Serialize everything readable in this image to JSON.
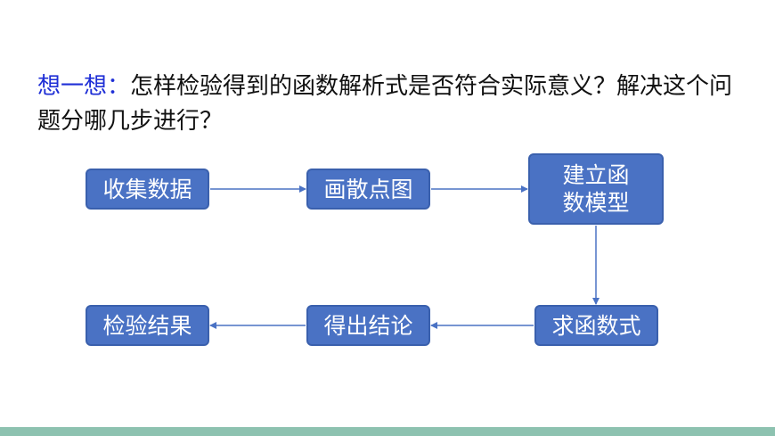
{
  "question": {
    "lead": "想一想：",
    "text": "怎样检验得到的函数解析式是否符合实际意义？解决这个问题分哪几步进行？"
  },
  "flow": {
    "collect": "收集数据",
    "plot": "画散点图",
    "model": "建立函数模型",
    "formula": "求函数式",
    "conclude": "得出结论",
    "verify": "检验结果"
  },
  "colors": {
    "box_fill": "#4a72c4",
    "arrow": "#4a72c4",
    "lead_text": "#1f2fd6",
    "footer": "#8dc2b0"
  }
}
